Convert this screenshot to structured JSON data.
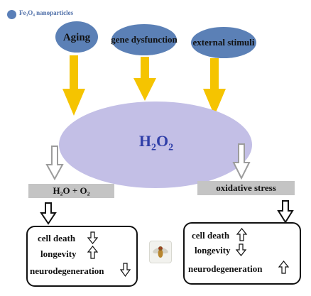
{
  "legend": {
    "label": "Fe₃O₄ nanoparticles",
    "color": "#5a7fb8"
  },
  "causes": [
    {
      "label": "Aging"
    },
    {
      "label": "gene dysfunction"
    },
    {
      "label": "external stimuli"
    }
  ],
  "center": {
    "label_main": "H",
    "sub1": "2",
    "label_mid": "O",
    "sub2": "2"
  },
  "left_outcome": {
    "label": "H₂O + O₂"
  },
  "right_outcome": {
    "label": "oxidative stress"
  },
  "left_effects": {
    "row1": "cell death",
    "row1_dir": "down",
    "row2": "longevity",
    "row2_dir": "up",
    "row3": "neurodegeneration",
    "row3_dir": "down"
  },
  "right_effects": {
    "row1": "cell death",
    "row1_dir": "up",
    "row2": "longevity",
    "row2_dir": "down",
    "row3": "neurodegeneration",
    "row3_dir": "up"
  },
  "colors": {
    "cause": "#5b80b6",
    "arrow_yellow": "#f5c400",
    "h2o2_fill": "#c3bfe6",
    "h2o2_text": "#2f3ea8",
    "gray_box": "#c4c4c4"
  }
}
